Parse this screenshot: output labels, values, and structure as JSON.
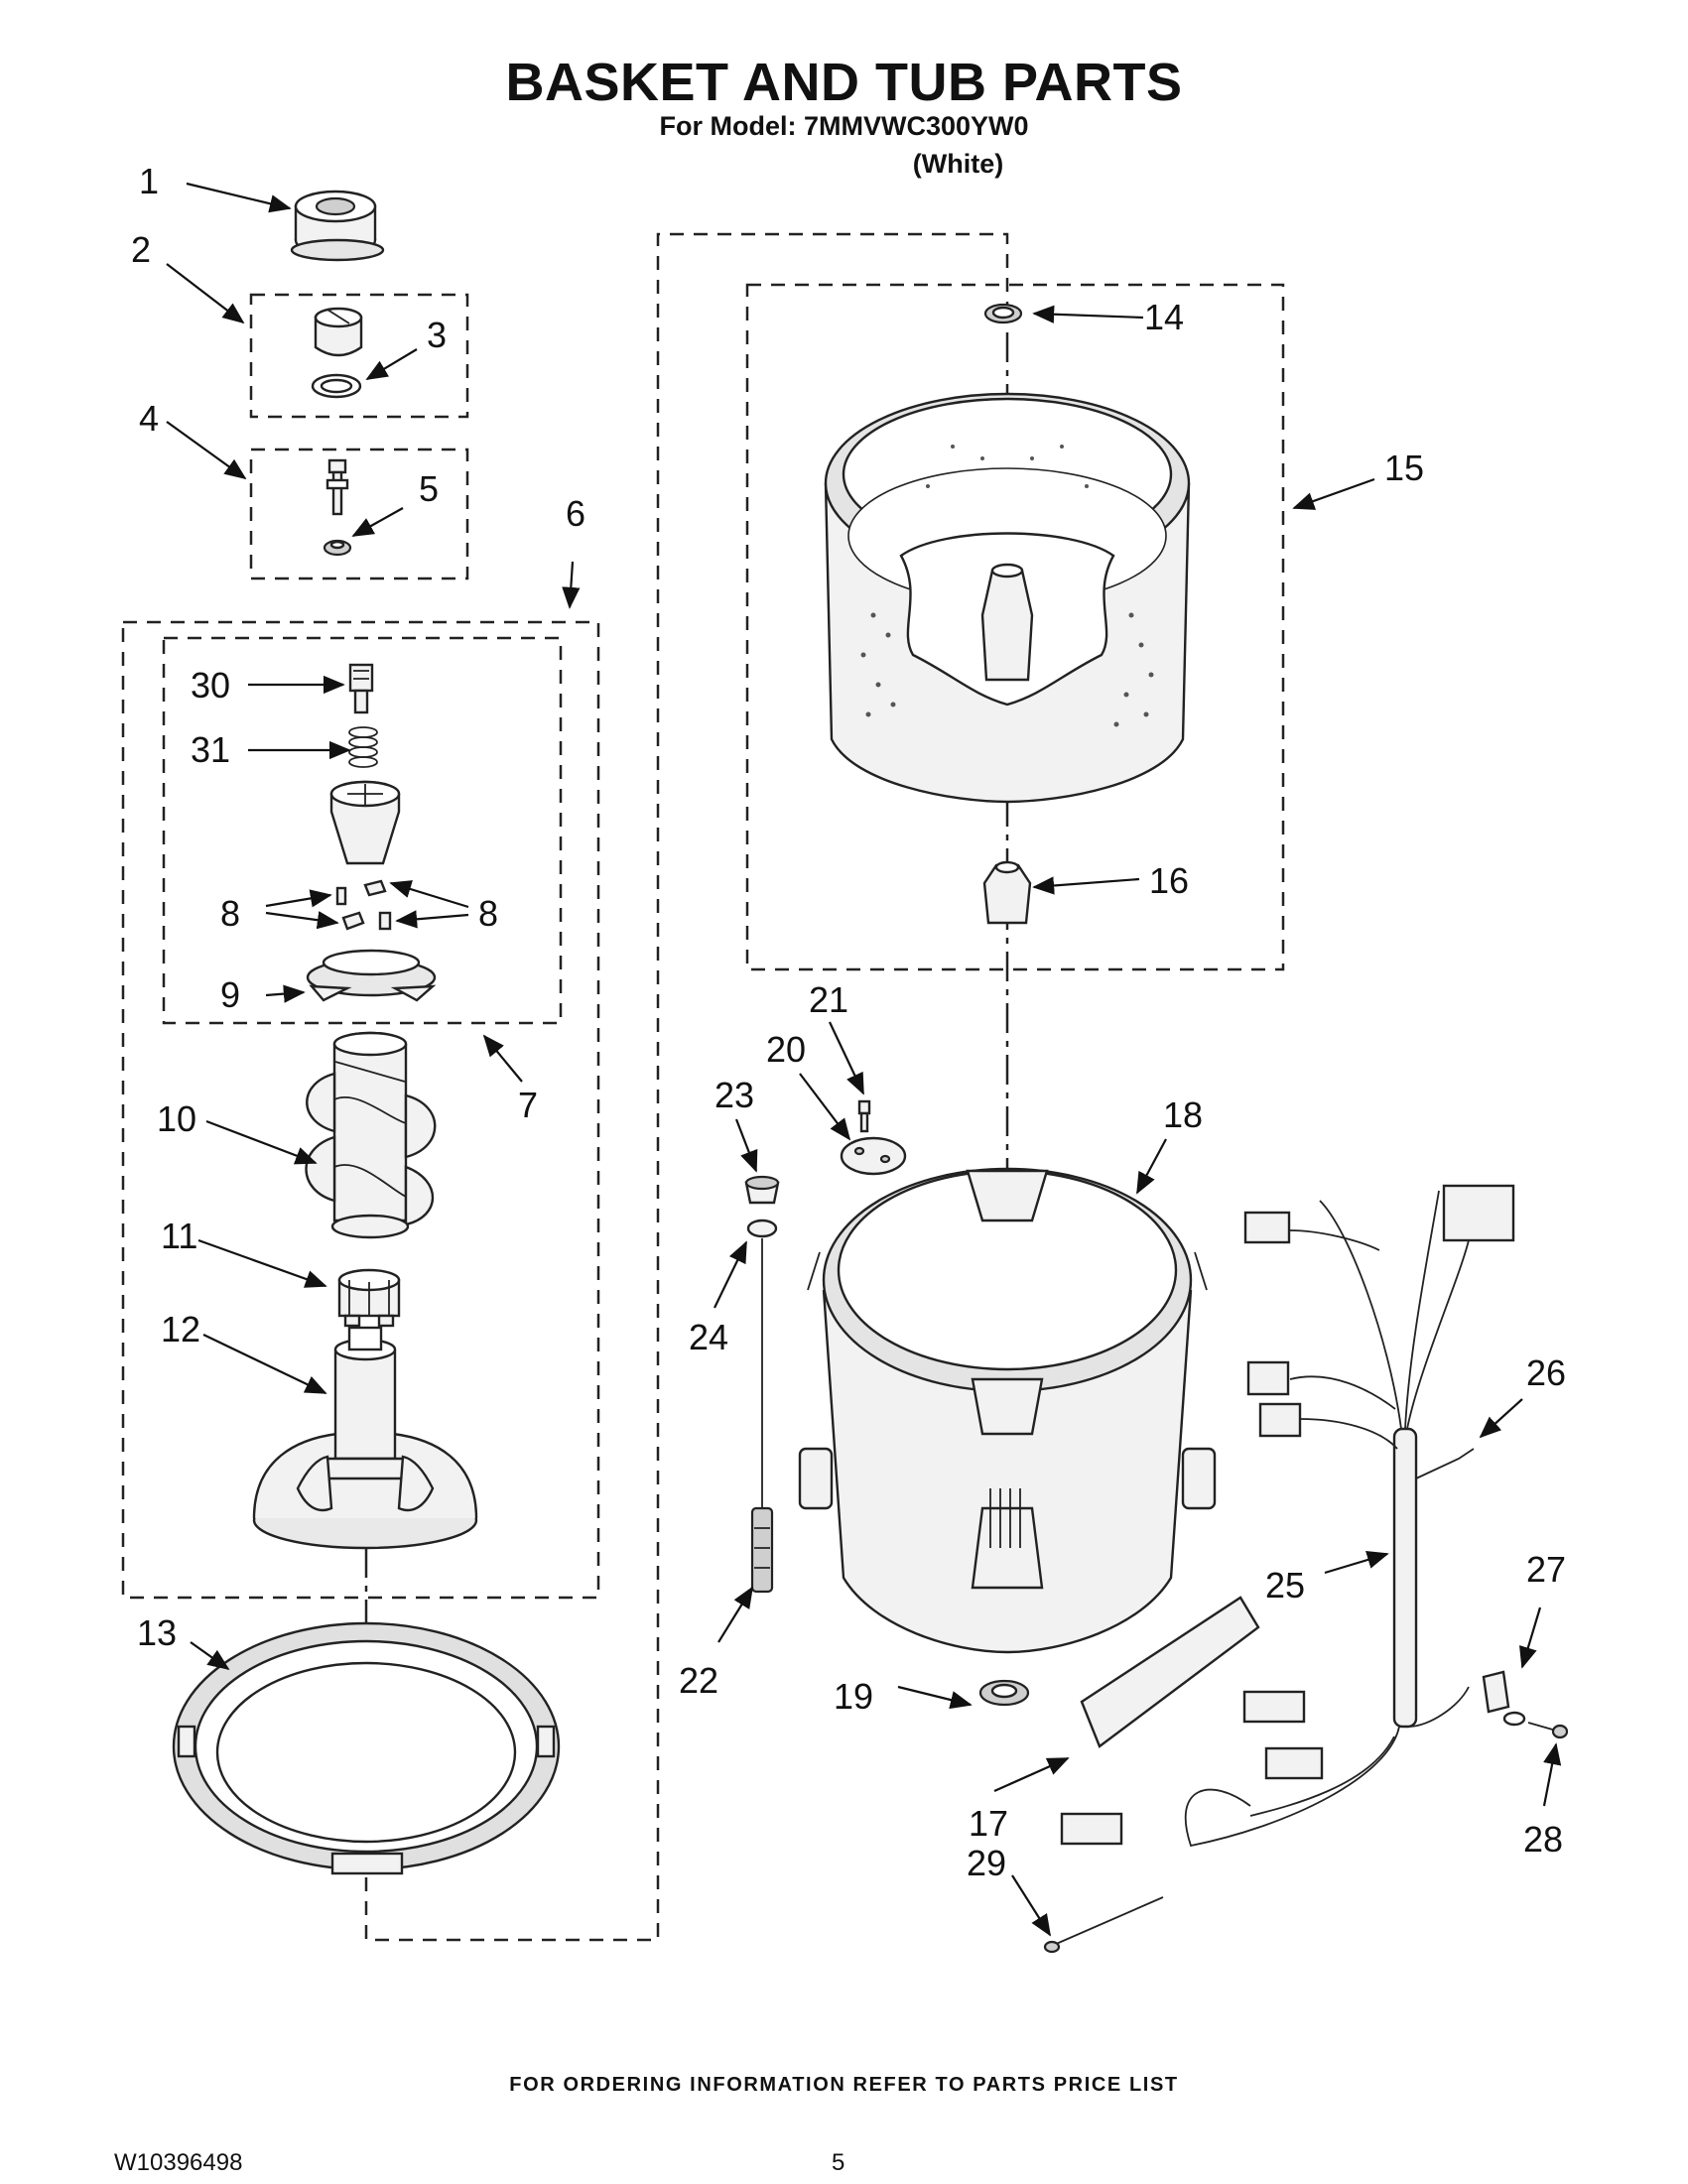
{
  "title": "BASKET AND TUB PARTS",
  "model_line": "For Model: 7MMVWC300YW0",
  "color_line": "(White)",
  "footer_note": "FOR ORDERING INFORMATION REFER TO PARTS PRICE LIST",
  "document_number": "W10396498",
  "page_number": "5",
  "callouts": [
    "1",
    "2",
    "3",
    "4",
    "5",
    "6",
    "30",
    "31",
    "8",
    "8",
    "9",
    "7",
    "10",
    "11",
    "12",
    "13",
    "14",
    "15",
    "16",
    "21",
    "20",
    "23",
    "18",
    "24",
    "26",
    "25",
    "27",
    "22",
    "19",
    "17",
    "29",
    "28"
  ]
}
